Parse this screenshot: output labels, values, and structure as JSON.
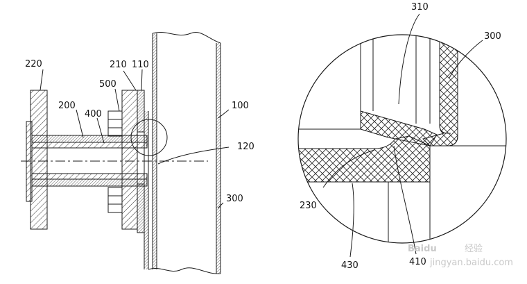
{
  "labels": {
    "l220": "220",
    "l210": "210",
    "l110": "110",
    "l500": "500",
    "l200": "200",
    "l400": "400",
    "l100": "100",
    "l120": "120",
    "l300_left": "300",
    "l310": "310",
    "l300_right": "300",
    "l230": "230",
    "l430": "430",
    "l410": "410"
  },
  "watermark": {
    "brand": "Baidu",
    "sub": "经验",
    "url": "jingyan.baidu.com"
  },
  "colors": {
    "line": "#1a1a1a",
    "hatch": "#333333",
    "watermark": "#c9c9c9"
  }
}
